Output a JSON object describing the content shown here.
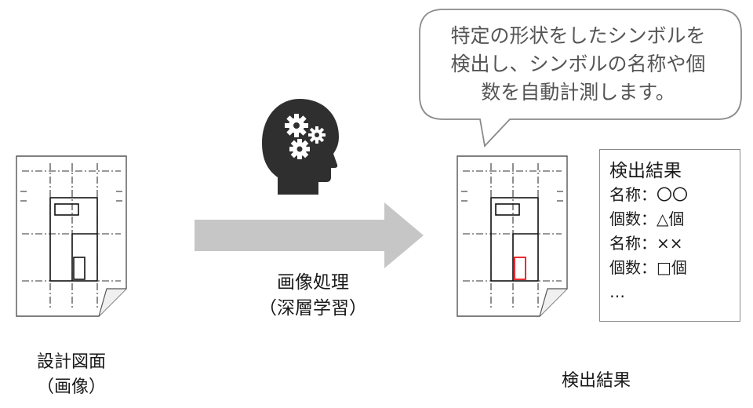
{
  "speech_bubble": {
    "lines": [
      "特定の形状をしたシンボルを",
      "検出し、シンボルの名称や個",
      "数を自動計測します。"
    ]
  },
  "input_doc": {
    "caption_line1": "設計図面",
    "caption_line2": "（画像）"
  },
  "process": {
    "label_line1": "画像処理",
    "label_line2": "（深層学習）",
    "icon": "head-with-gears-icon"
  },
  "output_doc": {
    "caption": "検出結果",
    "highlight_color": "#e8141c"
  },
  "result_box": {
    "title": "検出結果",
    "lines": [
      "名称：〇〇",
      "個数：△個",
      "名称：××",
      "個数：□個",
      "…"
    ]
  },
  "colors": {
    "arrow": "#c6c6c6",
    "head_icon": "#2f2f2f",
    "bubble_border": "#8a8a8a",
    "text": "#1a1a1a"
  }
}
